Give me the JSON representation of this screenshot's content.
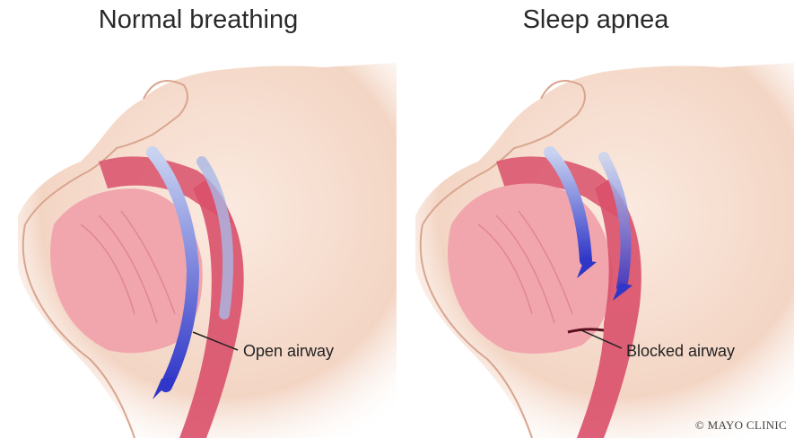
{
  "panels": [
    {
      "title": "Normal breathing",
      "label": "Open airway"
    },
    {
      "title": "Sleep apnea",
      "label": "Blocked airway"
    }
  ],
  "credit": "© MAYO CLINIC",
  "colors": {
    "skin": "#f3d5c4",
    "skin_shadow": "#e6b8a2",
    "tongue": "#f1a6ae",
    "tissue": "#d9506a",
    "airflow": "#3b3fd0",
    "airflow_light": "#a9b8e6"
  }
}
